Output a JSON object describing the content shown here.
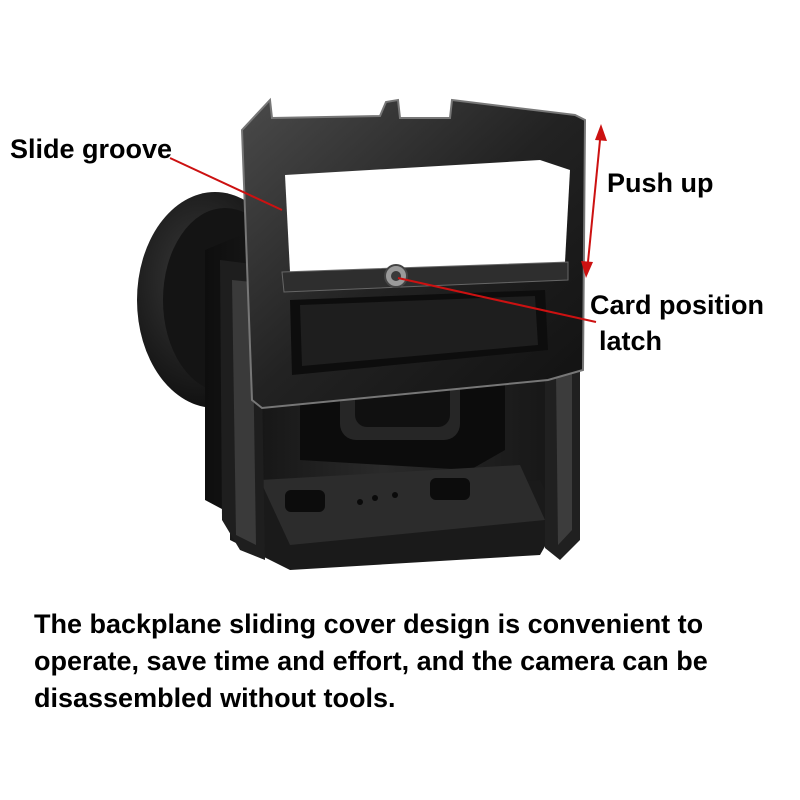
{
  "labels": {
    "slide_groove": "Slide groove",
    "push_up": "Push up",
    "card_position_line1": "Card position",
    "card_position_line2": "latch"
  },
  "caption": "The backplane sliding cover design is convenient to operate, save time and effort, and the camera can be disassembled without tools.",
  "colors": {
    "annotation": "#cc1111",
    "metal_dark": "#1b1b1b",
    "metal_mid": "#3a3a3a",
    "metal_edge": "#8a8a8a",
    "background": "#ffffff"
  }
}
